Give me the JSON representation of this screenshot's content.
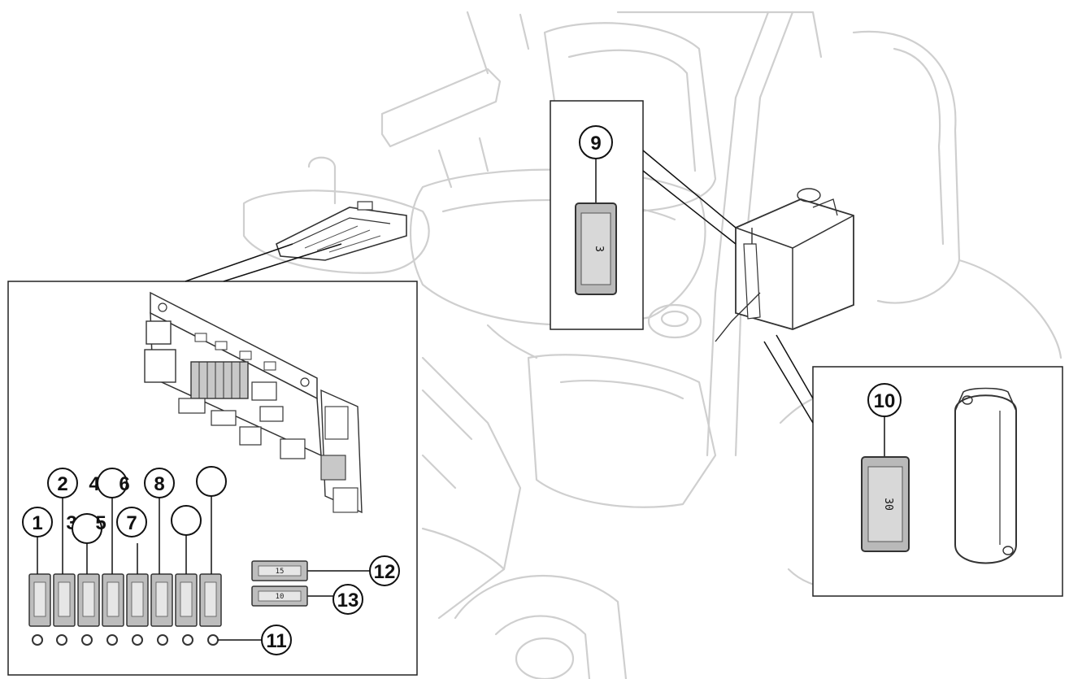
{
  "callouts": {
    "c1": "1",
    "c2": "2",
    "c3": "3",
    "c4": "4",
    "c5": "5",
    "c6": "6",
    "c7": "7",
    "c8": "8",
    "c9": "9",
    "c10": "10",
    "c11": "11",
    "c12": "12",
    "c13": "13"
  },
  "fuse_labels": {
    "fuse9": "3",
    "fuse10": "30",
    "fuse12": "15",
    "fuse13": "10"
  },
  "colors": {
    "line_art": "#cfcfcf",
    "ink": "#111111",
    "fuse_fill": "#b9b9b9"
  }
}
